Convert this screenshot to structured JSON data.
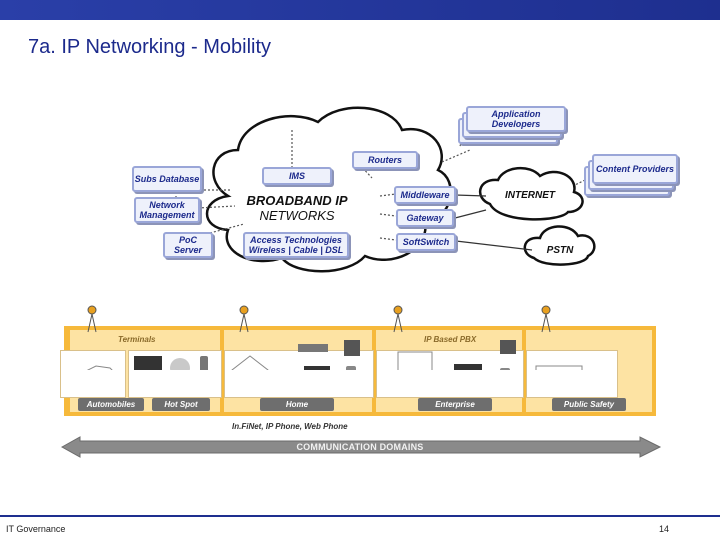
{
  "slide": {
    "title": "7a. IP Networking - Mobility",
    "footer_left": "IT Governance",
    "page_number": "14"
  },
  "cloud": {
    "title_line1": "BROADBAND IP",
    "title_line2": "NETWORKS"
  },
  "boxes": {
    "subs_database": "Subs Database",
    "network_management": "Network Management",
    "poc_server": "PoC Server",
    "ims": "IMS",
    "access_technologies_line1": "Access Technologies",
    "access_technologies_line2": "Wireless | Cable | DSL",
    "routers": "Routers",
    "middleware": "Middleware",
    "gateway": "Gateway",
    "softswitch": "SoftSwitch",
    "application_developers": "Application Developers",
    "content_providers": "Content Providers"
  },
  "clouds_small": {
    "internet": "INTERNET",
    "pstn": "PSTN"
  },
  "domains": {
    "terminals_title": "Terminals",
    "ip_pbx_title": "IP Based PBX",
    "automobiles": "Automobiles",
    "hot_spot": "Hot Spot",
    "home": "Home",
    "enterprise": "Enterprise",
    "public_safety": "Public Safety",
    "ribbon_text": "In.FiNet, IP Phone, Web Phone",
    "arrow_label": "COMMUNICATION DOMAINS"
  },
  "colors": {
    "brand_blue": "#1e2f8f",
    "domain_orange": "#f6b93b",
    "box_fill": "#eef1fb"
  }
}
